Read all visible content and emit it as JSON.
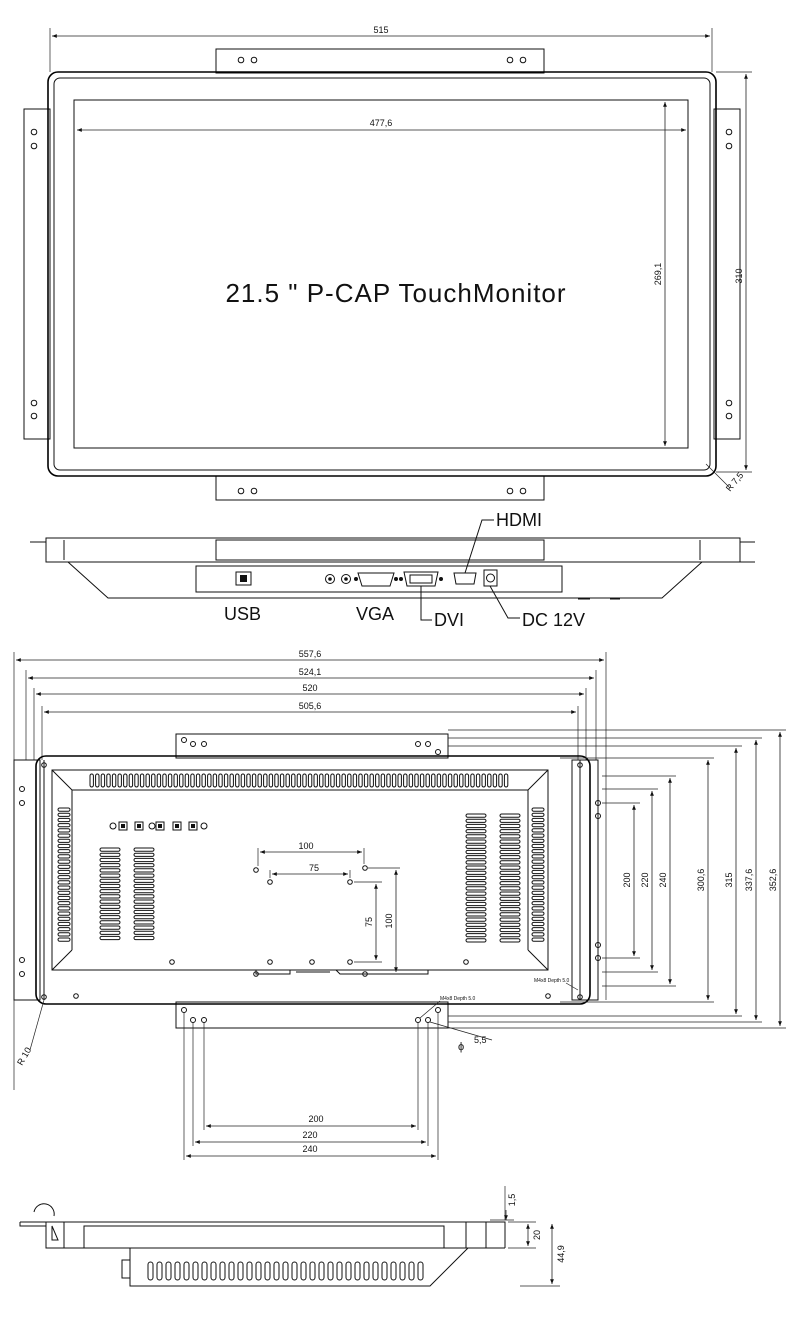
{
  "title": "21.5 \" P-CAP TouchMonitor",
  "front_view": {
    "width_overall": "515",
    "active_width": "477,6",
    "active_height": "269,1",
    "height_overall": "310",
    "corner_radius": "R 7,5"
  },
  "side_view": {
    "ports": {
      "usb": "USB",
      "vga": "VGA",
      "dvi": "DVI",
      "hdmi": "HDMI",
      "dc": "DC 12V"
    }
  },
  "rear_view": {
    "widths": [
      "557,6",
      "524,1",
      "520",
      "505,6"
    ],
    "heights": [
      "200",
      "220",
      "240",
      "300,6",
      "315",
      "337,6",
      "352,6"
    ],
    "vesa": {
      "h100": "100",
      "h75": "75",
      "v75": "75",
      "v100": "100"
    },
    "bottom_dims": [
      "200",
      "220",
      "240"
    ],
    "corner_radius": "R 10",
    "screw_note": "M4x8 Depth 5.0",
    "hole_diameter_symbol": "ϕ",
    "hole_diameter": "5,5"
  },
  "bottom_view": {
    "bezel": "1,5",
    "depth_front": "20",
    "depth_total": "44,9"
  }
}
